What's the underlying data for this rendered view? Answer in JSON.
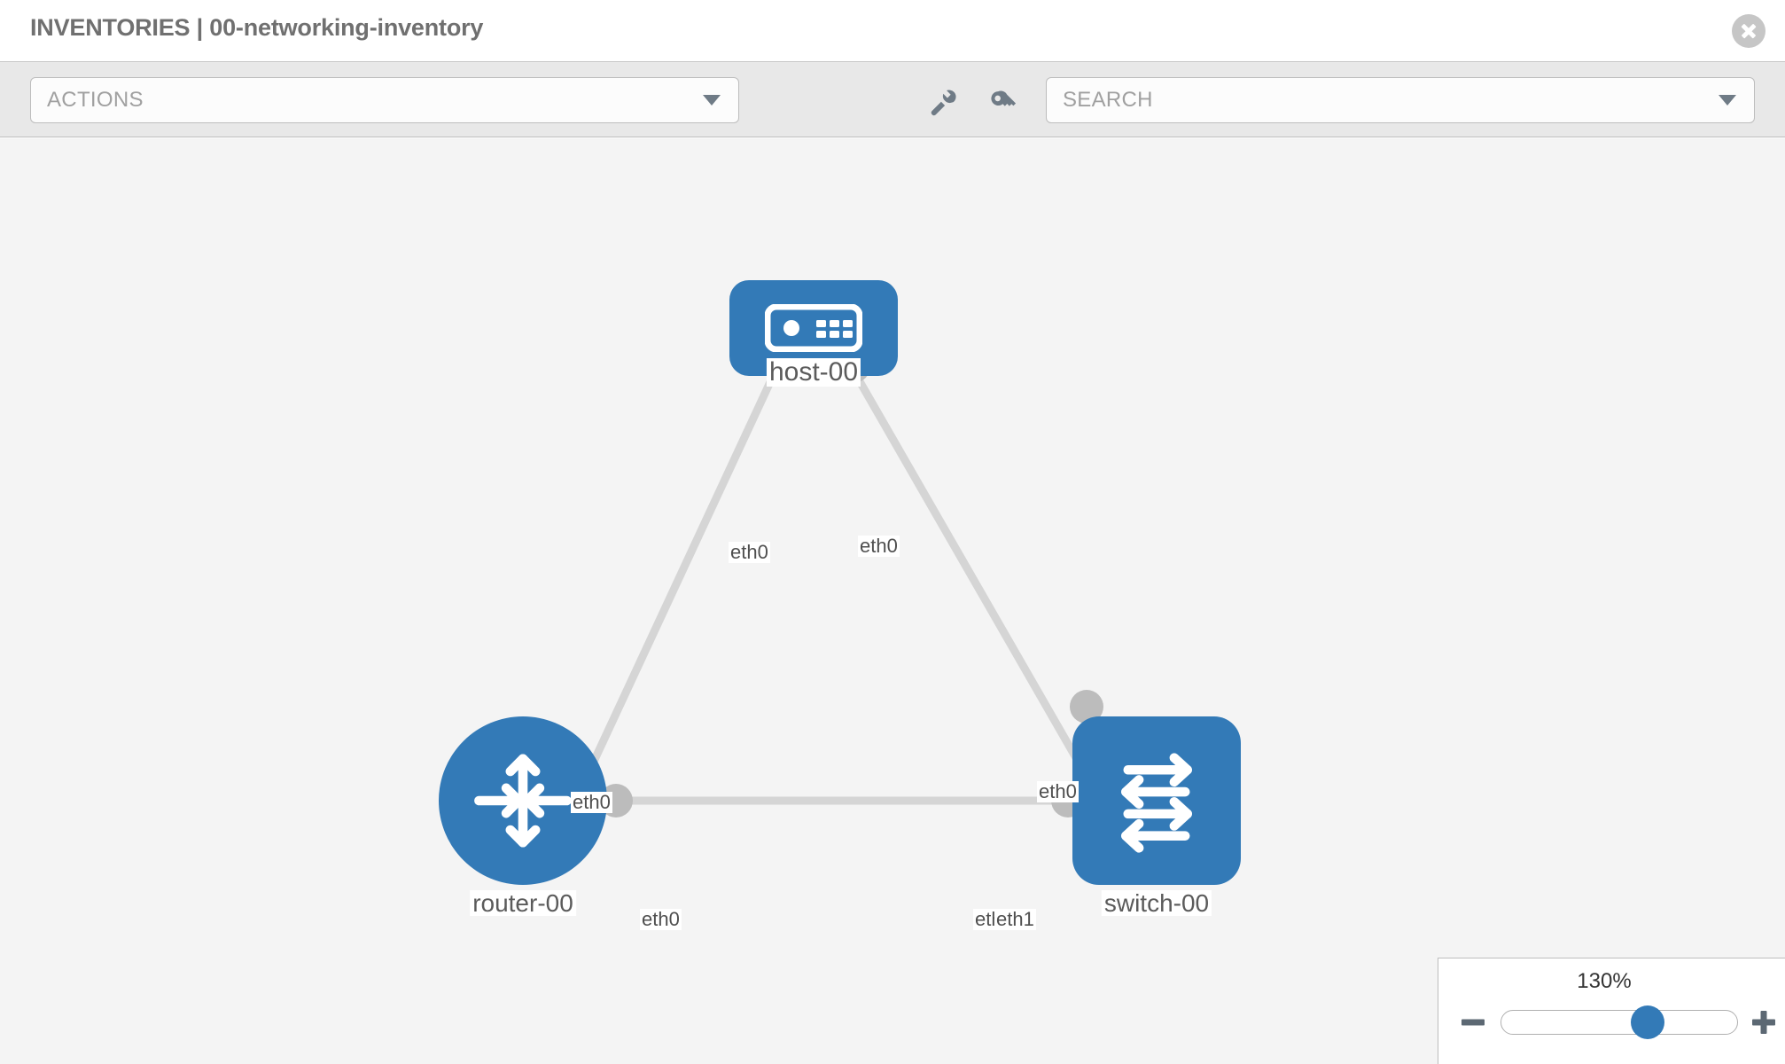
{
  "header": {
    "title": "INVENTORIES | 00-networking-inventory",
    "close_icon": "close-icon"
  },
  "toolbar": {
    "actions": {
      "label": "ACTIONS",
      "caret_icon": "chevron-down-icon"
    },
    "search": {
      "placeholder": "SEARCH",
      "value": "",
      "caret_icon": "chevron-down-icon"
    },
    "icons": [
      {
        "name": "wrench-icon",
        "title": "Tools"
      },
      {
        "name": "key-icon",
        "title": "Credentials"
      }
    ]
  },
  "topology": {
    "nodes": [
      {
        "id": "host-00",
        "label": "host-00",
        "type": "host",
        "icon": "server-icon",
        "color": "#337ab7"
      },
      {
        "id": "router-00",
        "label": "router-00",
        "type": "router",
        "icon": "router-arrows-icon",
        "color": "#337ab7"
      },
      {
        "id": "switch-00",
        "label": "switch-00",
        "type": "switch",
        "icon": "switch-arrows-icon",
        "color": "#337ab7"
      }
    ],
    "links": [
      {
        "from": "host-00",
        "to": "router-00",
        "from_iface": "eth0",
        "to_iface": "eth0"
      },
      {
        "from": "host-00",
        "to": "switch-00",
        "from_iface": "eth0",
        "to_iface": "eth0"
      },
      {
        "from": "router-00",
        "to": "switch-00",
        "from_iface": "eth0",
        "to_iface": "eth1"
      }
    ],
    "edge_labels": {
      "host_left": "eth0",
      "host_right": "eth0",
      "router_up": "eth0",
      "switch_up": "eth0",
      "router_right": "eth0",
      "switch_left_overlap": "eth",
      "switch_left": "eth1"
    },
    "link_color": "#d5d5d5",
    "knob_color": "#bcbcbc"
  },
  "zoom_control": {
    "value_label": "130%",
    "percent": 130,
    "thumb_position_pct": 62,
    "minus_label": "−",
    "plus_label": "+"
  }
}
